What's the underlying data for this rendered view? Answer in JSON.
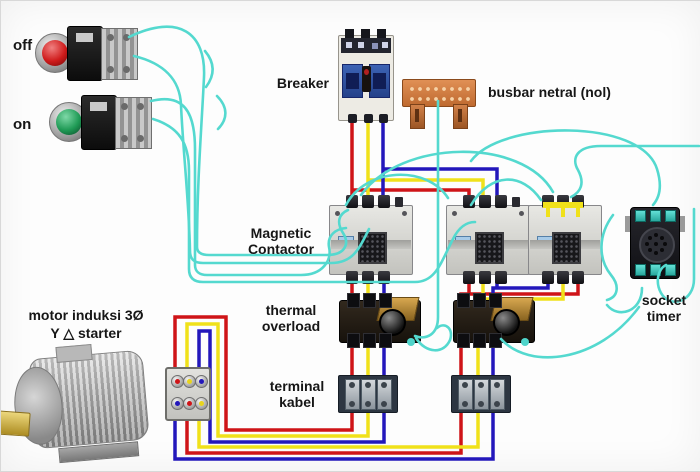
{
  "labels": {
    "off_button": "off",
    "on_button": "on",
    "breaker": "Breaker",
    "busbar": "busbar netral (nol)",
    "magnetic_contactor": "Magnetic Contactor",
    "motor_line1": "motor induksi 3Ø",
    "motor_line2": "Y △ starter",
    "thermal_overload": "thermal overload",
    "terminal_kabel": "terminal kabel",
    "socket_timer": "socket timer"
  },
  "wire_colors": {
    "phase_red": "#cf1418",
    "phase_yellow": "#f0e11a",
    "phase_blue": "#2317bb",
    "control_cyan": "#54d9cf",
    "busbar_copper": "#c97c3f"
  },
  "button_colors": {
    "off": "#cf1b1b",
    "on": "#1f9a55"
  }
}
